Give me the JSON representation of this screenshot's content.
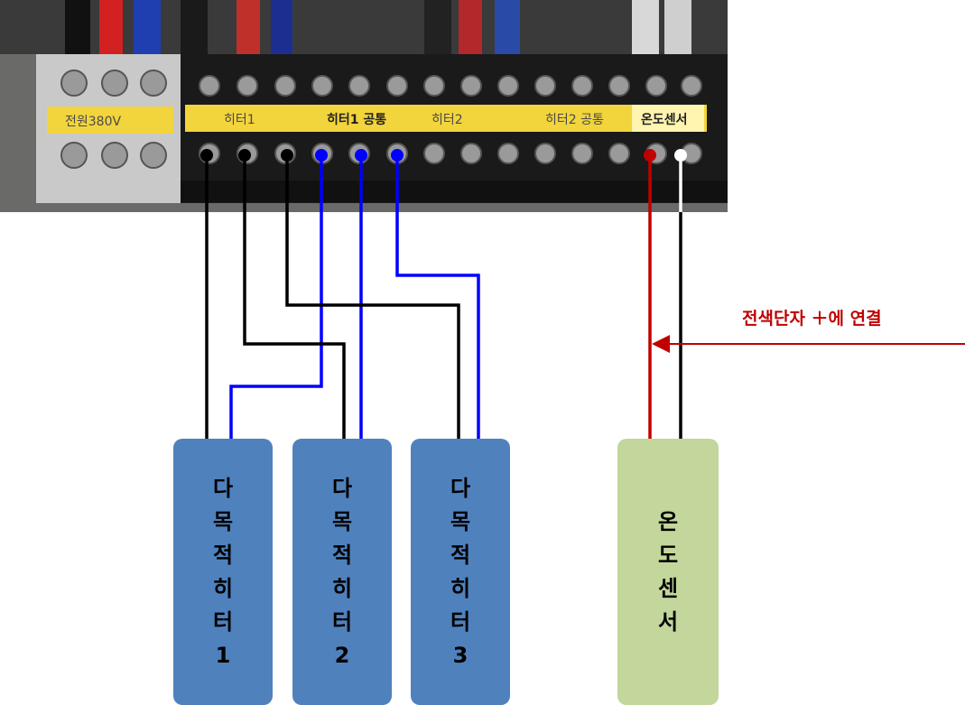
{
  "terminal_block": {
    "labels": {
      "power": "전원380V",
      "heater1": "히터1",
      "heater1_common": "히터1 공통",
      "heater2": "히터2",
      "heater2_common": "히터2 공통",
      "temp_sensor": "온도센서"
    }
  },
  "devices": {
    "heater1": "다목적히터1",
    "heater2": "다목적히터2",
    "heater3": "다목적히터3",
    "sensor": "온도센서"
  },
  "annotation": {
    "text": "전색단자 ＋에 연결"
  },
  "colors": {
    "wire_black": "#000000",
    "wire_blue": "#0000ff",
    "wire_red": "#c00000",
    "heater_box": "#4f81bd",
    "sensor_box": "#c3d69b",
    "label_strip": "#f2d43c"
  }
}
